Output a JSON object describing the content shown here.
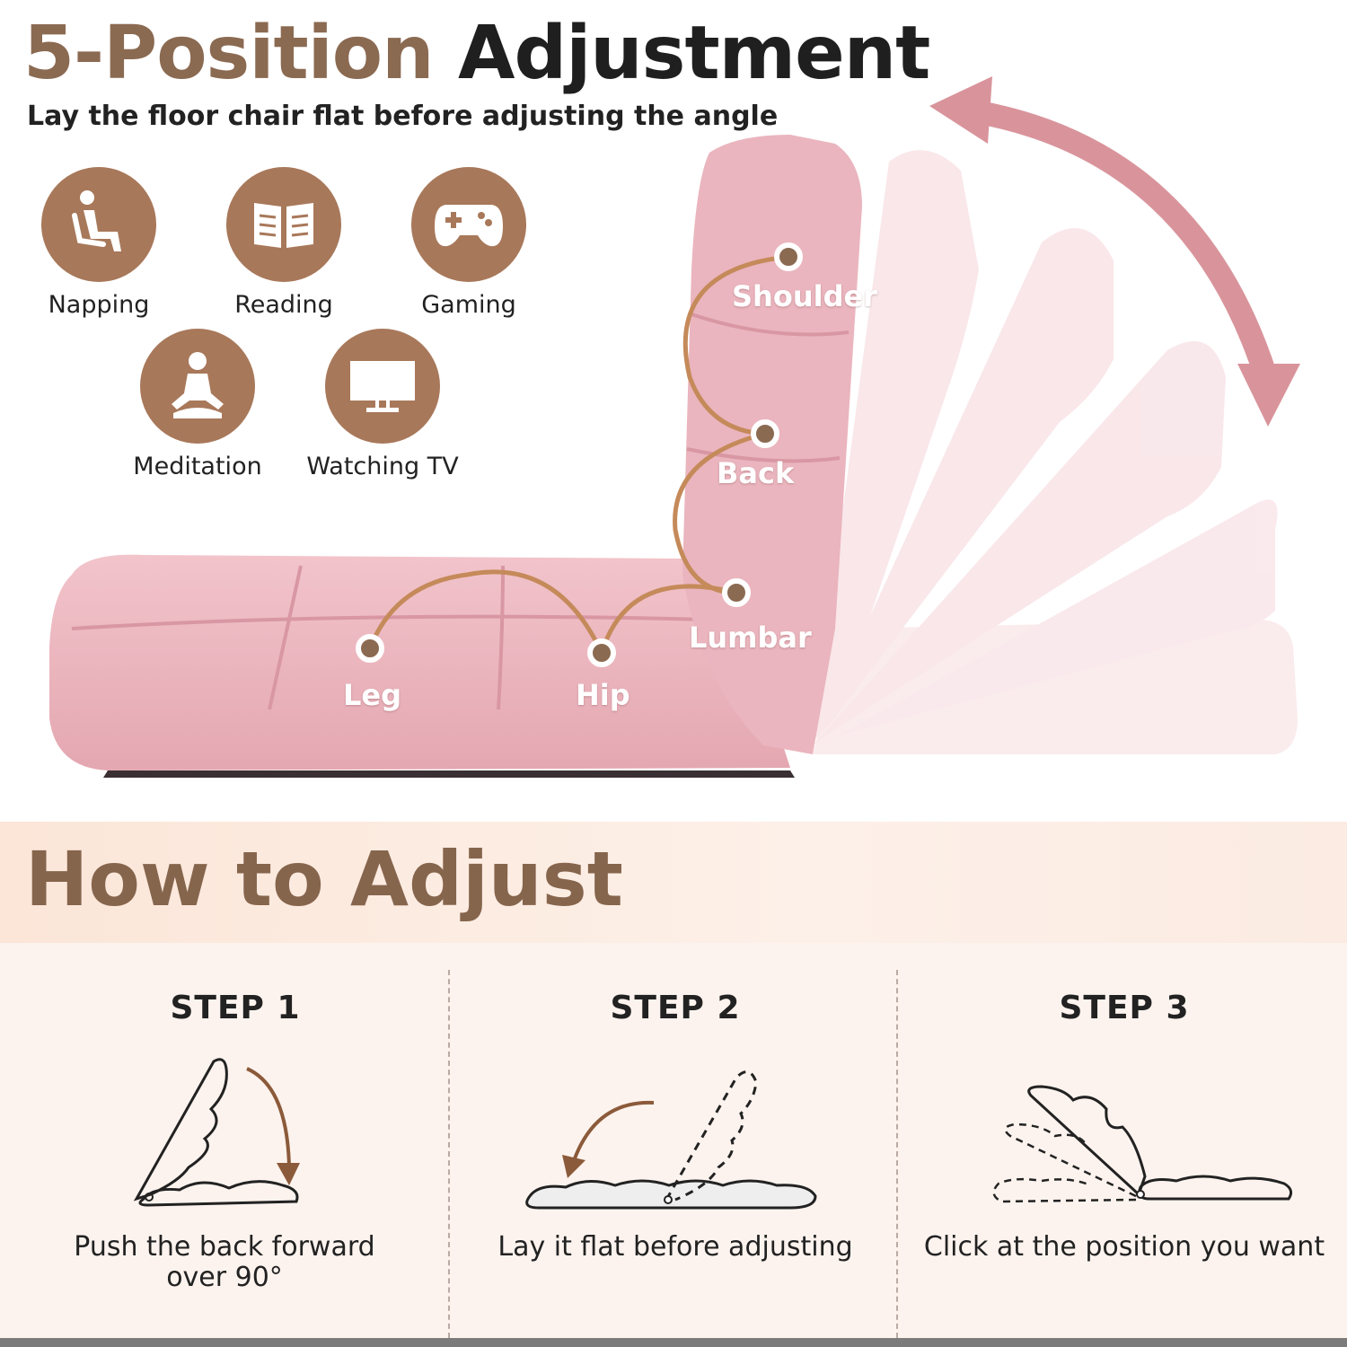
{
  "header": {
    "title_part1": "5-Position",
    "title_part2": "Adjustment",
    "subtitle": "Lay the floor chair flat before adjusting the angle"
  },
  "uses": [
    {
      "label": "Napping",
      "icon": "napping-icon"
    },
    {
      "label": "Reading",
      "icon": "book-icon"
    },
    {
      "label": "Gaming",
      "icon": "gamepad-icon"
    },
    {
      "label": "Meditation",
      "icon": "meditation-icon"
    },
    {
      "label": "Watching TV",
      "icon": "tv-icon"
    }
  ],
  "support_points": {
    "shoulder": "Shoulder",
    "back": "Back",
    "lumbar": "Lumbar",
    "leg": "Leg",
    "hip": "Hip"
  },
  "how_to": {
    "title": "How to Adjust",
    "steps": [
      {
        "title": "STEP 1",
        "line1": "Push the back forward",
        "line2": "over 90°"
      },
      {
        "title": "STEP 2",
        "line1": "Lay it flat before adjusting",
        "line2": ""
      },
      {
        "title": "STEP 3",
        "line1": "Click at the position you want",
        "line2": ""
      }
    ]
  },
  "colors": {
    "accent_brown": "#a8785a",
    "title_brown": "#8b6a52",
    "chair_pink": "#eab5be",
    "arrow_pink": "#d9949b",
    "band_peach": "#fbe6d8"
  }
}
